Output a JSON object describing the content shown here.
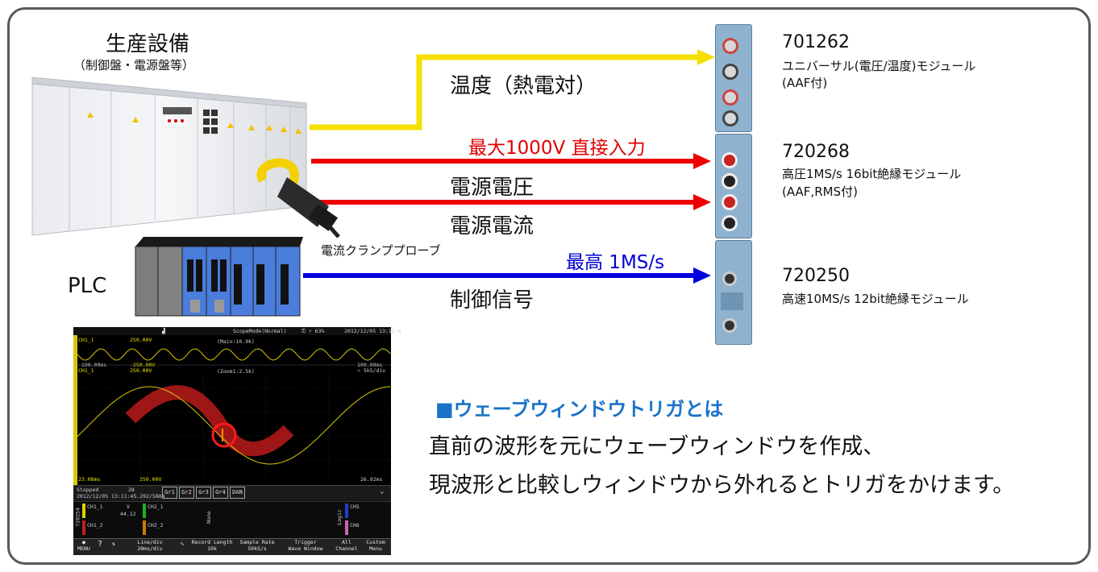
{
  "equipment": {
    "title": "生産設備",
    "subtitle": "（制御盤・電源盤等）"
  },
  "signals": {
    "temperature": "温度（熱電対）",
    "max_voltage": "最大1000V 直接入力",
    "power_voltage": "電源電圧",
    "power_current": "電源電流",
    "max_rate": "最高 1MS/s",
    "control_signal": "制御信号"
  },
  "plc": {
    "label": "PLC"
  },
  "probe": {
    "label": "電流クランププローブ"
  },
  "modules": [
    {
      "number": "701262",
      "desc1": "ユニバーサル(電圧/温度)モジュール",
      "desc2": "(AAF付)"
    },
    {
      "number": "720268",
      "desc1": "高圧1MS/s 16bit絶縁モジュール",
      "desc2": "(AAF,RMS付)"
    },
    {
      "number": "720250",
      "desc1": "高速10MS/s 12bit絶縁モジュール",
      "desc2": ""
    }
  ],
  "wave_window": {
    "heading": "■ウェーブウィンドウトリガとは",
    "line1": "直前の波形を元にウェーブウィンドウを作成、",
    "line2": "現波形と比較しウィンドウから外れるとトリガをかけます。"
  },
  "scope": {
    "header_mode": "ScopeMode(Normal)",
    "header_date": "2012/12/05 13:11:4",
    "header_icons": "⚿ ⚡ 63%",
    "main_label": "(Main:10.0k)",
    "ch_top": "CH1_1",
    "volt_top": "250.00V",
    "volt_top_neg": "-250.00V",
    "ch_mid": "CH1_1",
    "volt_mid": "250.00V",
    "time_left": "-100.00ms",
    "time_right": "100.00ms",
    "rate_right": "⇒ 5k5/div",
    "zoom_label": "(Zoom1:2.5k)",
    "time_bottom_left": "23.08ms",
    "volt_bottom": "250.00V",
    "time_bottom_right": "26.92ms",
    "status": "Stopped",
    "status_count": "28",
    "status_date": "2012/12/05 13:11:45.292/5884",
    "groups": [
      "Gr1",
      "Gr2",
      "Gr3",
      "Gr4",
      "DAN"
    ],
    "side_label": "720254",
    "ch_row1": "CH1_1",
    "ch_row1_unit": "V",
    "ch_row1_val": "44.12",
    "ch_row2": "CH1_2",
    "ch_col2_a": "CH2_1",
    "ch_col2_b": "CH2_2",
    "none_label": "None",
    "logic_label": "Logic",
    "ch5": "CH5",
    "ch6": "CH6",
    "btn_menu": "MENU",
    "btn_line": "Line/div",
    "btn_line_val": "20ms/div",
    "btn_rec": "Record Length",
    "btn_rec_val": "10k",
    "btn_rate": "Sample Rate",
    "btn_rate_val": "50kS/s",
    "btn_trig": "Trigger",
    "btn_trig_val": "Wave Window",
    "btn_all": "All",
    "btn_all2": "Channel",
    "btn_custom": "Custom",
    "btn_custom2": "Menu"
  },
  "colors": {
    "yellow_line": "#f5e000",
    "red_line": "#ee0000",
    "blue_line": "#0000dd",
    "heading_blue": "#1a73c9",
    "frame": "#595959"
  }
}
